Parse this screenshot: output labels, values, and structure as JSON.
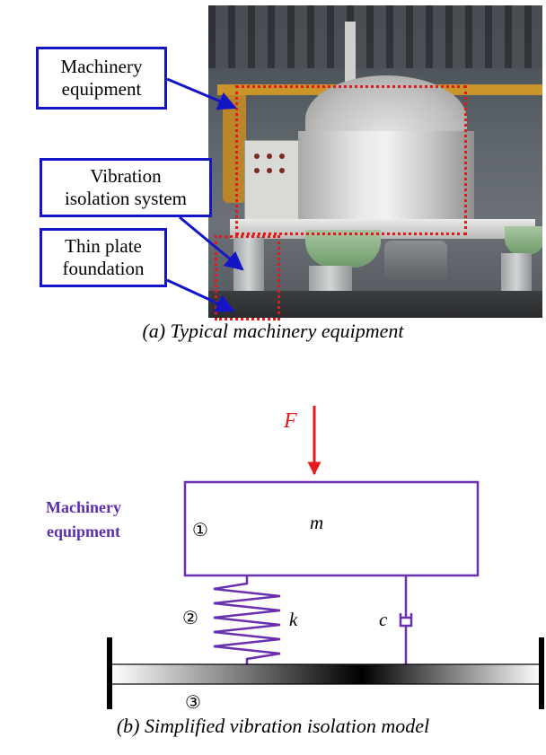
{
  "panel_a": {
    "labels": {
      "machinery_line1": "Machinery",
      "machinery_line2": "equipment",
      "isolation_line1": "Vibration",
      "isolation_line2": "isolation system",
      "foundation_line1": "Thin plate",
      "foundation_line2": "foundation"
    },
    "caption": "(a) Typical machinery equipment",
    "colors": {
      "label_border": "#1515c8",
      "highlight_dashes": "#e41a1a",
      "arrows": "#1515c8"
    }
  },
  "panel_b": {
    "machinery_label_line1": "Machinery",
    "machinery_label_line2": "equipment",
    "force_symbol": "F",
    "mass_symbol": "m",
    "stiffness_symbol": "k",
    "damping_symbol": "c",
    "marker_1": "①",
    "marker_2": "②",
    "marker_3": "③",
    "caption": "(b) Simplified vibration isolation model",
    "colors": {
      "model_lines": "#6a2fb0",
      "force_arrow": "#e51a1a",
      "machinery_label": "#5b2fb0"
    }
  }
}
